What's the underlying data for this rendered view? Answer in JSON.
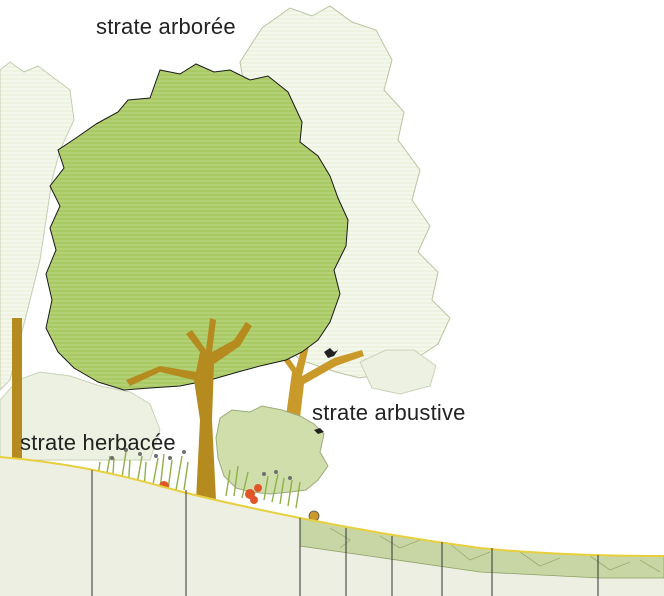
{
  "labels": {
    "tree_layer": "strate arborée",
    "shrub_layer": "strate arbustive",
    "herb_layer": "strate herbacée"
  },
  "colors": {
    "canopy_main": "#a9c964",
    "canopy_pale": "#e8eed6",
    "canopy_pale_edge": "#b9c4a0",
    "shrub": "#cfdeaa",
    "trunk": "#b58a1f",
    "ground": "#ecefe2",
    "ground_line": "#e8cf3e",
    "slab": "#c7d6a4",
    "flower": "#e0552a"
  }
}
